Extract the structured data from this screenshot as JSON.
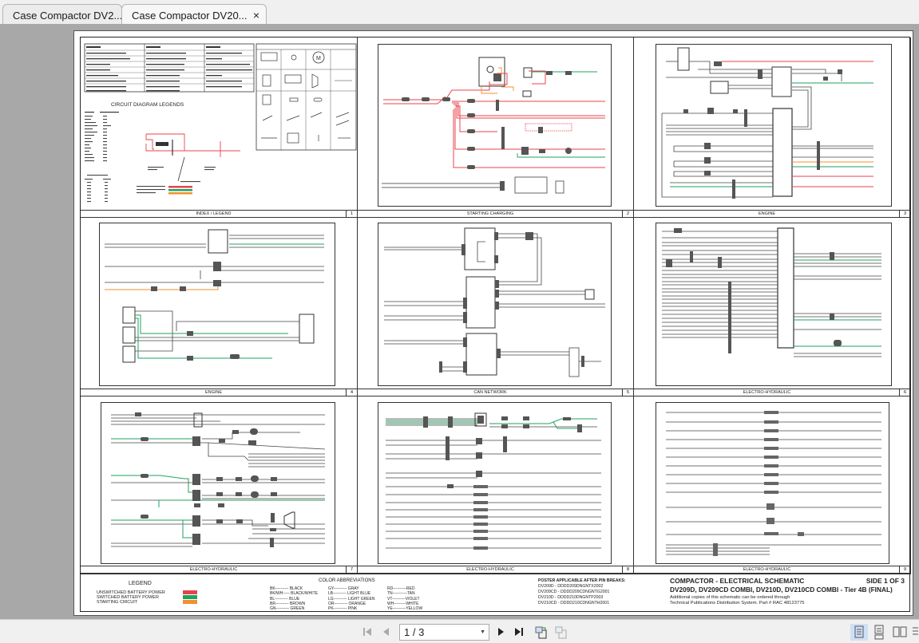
{
  "tabs": [
    {
      "label": "Case Compactor DV2...",
      "active": false
    },
    {
      "label": "Case Compactor DV20...",
      "active": true,
      "close_icon": "×"
    }
  ],
  "colors": {
    "unswitched_battery_power": "#e8434b",
    "switched_battery_power": "#1fa260",
    "starting_circuit": "#f0902e",
    "viewer_bg": "#a8a8a8"
  },
  "schematic": {
    "cells": [
      {
        "title": "INDEX / LEGEND",
        "number": "1"
      },
      {
        "title": "STARTING CHARGING",
        "number": "2"
      },
      {
        "title": "ENGINE",
        "number": "3"
      },
      {
        "title": "ENGINE",
        "number": "4"
      },
      {
        "title": "CAN NETWORK",
        "number": "5"
      },
      {
        "title": "ELECTRO-HYDRAULIC",
        "number": "6"
      },
      {
        "title": "ELECTRO-HYDRAULIC",
        "number": "7"
      },
      {
        "title": "ELECTRO-HYDRAULIC",
        "number": "8"
      },
      {
        "title": "ELECTRO-HYDRAULIC",
        "number": "9"
      }
    ],
    "index": {
      "headers": [
        "Diagram",
        "Diagram",
        "Diagram"
      ],
      "circuit_legends_title": "CIRCUIT DIAGRAM LEGENDS",
      "symbols_title": "SYMBOLS",
      "color_header": [
        "COLOR",
        "ABBREVIATION"
      ],
      "color_rows": [
        [
          "BLACK",
          "BK"
        ],
        [
          "BLUE",
          "BL"
        ],
        [
          "LIGHT BLUE",
          "LB"
        ],
        [
          "BLACK/WHITE",
          "BK/WH"
        ],
        [
          "GREEN",
          "GN"
        ],
        [
          "LIGHT GREEN",
          "LG"
        ],
        [
          "ORANGE",
          "OR"
        ],
        [
          "PINK",
          "PK"
        ],
        [
          "VIOLET",
          "VT"
        ],
        [
          "RED",
          "RD"
        ],
        [
          "GREY",
          "GY"
        ],
        [
          "TAN",
          "TN"
        ],
        [
          "WHITE",
          "WH"
        ],
        [
          "YELLOW",
          "YE"
        ],
        [
          "BROWN",
          "BR"
        ]
      ],
      "wire_size_title": "WIRE SIZE CHART",
      "wire_size_header": [
        "Sq. mm",
        "AWG"
      ]
    }
  },
  "footer": {
    "legend": {
      "title": "LEGEND",
      "items": [
        {
          "label": "UNSWITCHED BATTERY POWER",
          "color": "#e8434b"
        },
        {
          "label": "SWITCHED BATTERY POWER",
          "color": "#1fa260"
        },
        {
          "label": "STARTING CIRCUIT",
          "color": "#f0902e"
        }
      ]
    },
    "color_abbreviations": {
      "title": "COLOR ABBREVIATIONS",
      "col1": "BK---------- BLACK\nBK/WH----- BLACK/WHITE\nBL---------- BLUE\nBR---------- BROWN\nGN---------- GREEN",
      "col2": "GY---------- GRAY\nLB---------- LIGHT BLUE\nLG---------- LIGHT GREEN\nOR---------- ORANGE\nPK---------- PINK",
      "col3": "RD----------RED\nTN-----------TAN\nVT----------VIOLET\nWH---------WHITE\nYE----------YELLOW"
    },
    "poster": {
      "title": "POSTER APPLICABLE AFTER PIN BREAKS:",
      "lines": [
        "DV209D  -  DDDD209DNGNTX2002",
        "DV209CD - DDDD209CDNGNTG2001",
        "DV210D -  DDDD210DNGNTP2003",
        "DV210CD - DDDD210CDNGNTH2001"
      ]
    },
    "title_block": {
      "title": "COMPACTOR - ELECTRICAL SCHEMATIC",
      "side": "SIDE 1 OF 3",
      "models": "DV209D, DV209CD COMBI, DV210D, DV210CD COMBI - Tier 4B (FINAL)",
      "note1": "Additional copies of this schematic can be ordered through",
      "note2": "Technical Publications Distribution System.  Part # RAC 48123775"
    }
  },
  "toolbar": {
    "page_value": "1 / 3",
    "first_page_icon": "⏮",
    "prev_page_icon": "◀",
    "next_page_icon": "▶",
    "last_page_icon": "⏭"
  }
}
